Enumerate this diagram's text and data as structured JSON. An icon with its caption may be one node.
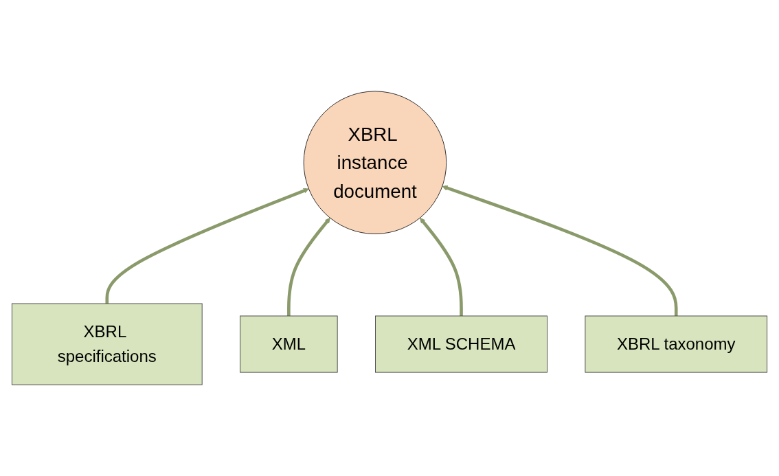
{
  "diagram": {
    "nodes": [
      {
        "text": [
          "XBRL instance document"
        ]
      },
      {
        "text": [
          "XBRL specifications"
        ]
      },
      {
        "text": [
          "XML"
        ]
      },
      {
        "text": [
          "XML SCHEMA"
        ]
      },
      {
        "text": [
          "XBRL taxonomy"
        ]
      }
    ],
    "edges": [
      {
        "from": 1,
        "to": 0,
        "arrow": "to"
      },
      {
        "from": 2,
        "to": 0,
        "arrow": "to"
      },
      {
        "from": 3,
        "to": 0,
        "arrow": "to"
      },
      {
        "from": 4,
        "to": 0,
        "arrow": "to"
      }
    ]
  }
}
